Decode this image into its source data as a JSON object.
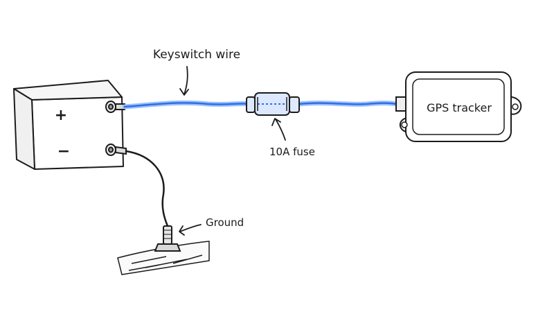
{
  "labels": {
    "keyswitch_wire": "Keyswitch wire",
    "fuse": "10A fuse",
    "gps_tracker": "GPS tracker",
    "ground": "Ground",
    "positive": "+",
    "negative": "−"
  },
  "colors": {
    "wire": "#2f6fe0",
    "wire_glow": "#9cc0ff",
    "ink": "#1b1b1b",
    "fuse_glass": "#dbe8ff"
  }
}
